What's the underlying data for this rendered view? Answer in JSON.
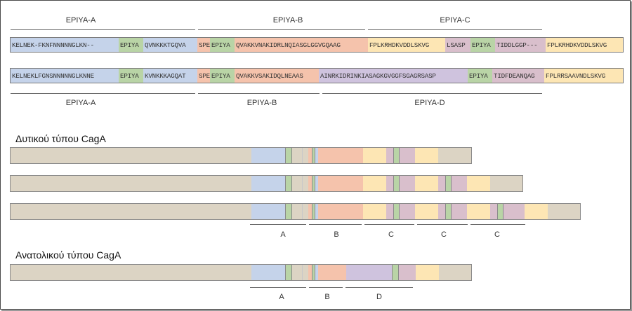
{
  "colors": {
    "tan": "#dcd4c4",
    "blue": "#c5d3ea",
    "green": "#b9d4a6",
    "salmon": "#f5c3ac",
    "yellow": "#fde6b4",
    "mauve": "#d9bfcc",
    "purple": "#cfc3de",
    "border": "#7a7a7a"
  },
  "top_labels": {
    "epiya_a": "EPIYA-A",
    "epiya_b": "EPIYA-B",
    "epiya_c": "EPIYA-C"
  },
  "bottom_labels": {
    "epiya_a": "EPIYA-A",
    "epiya_b": "EPIYA-B",
    "epiya_d": "EPIYA-D"
  },
  "sequence_western": [
    {
      "text": "KELNEK-FKNFNNNNNGLKN--",
      "color": "blue"
    },
    {
      "text": "EPIYA",
      "color": "green"
    },
    {
      "text": "QVNKKKTGQVA",
      "color": "blue"
    },
    {
      "text": "SPE",
      "color": "salmon"
    },
    {
      "text": "EPIYA",
      "color": "green"
    },
    {
      "text": "QVAKKVNAKIDRLNQIASGLGGVGQAAG",
      "color": "salmon"
    },
    {
      "text": "FPLKRHDKVDDLSKVG",
      "color": "yellow"
    },
    {
      "text": "LSASP",
      "color": "mauve"
    },
    {
      "text": "EPIYA",
      "color": "green"
    },
    {
      "text": "TIDDLGGP---",
      "color": "mauve"
    },
    {
      "text": "FPLKRHDKVDDLSKVG",
      "color": "yellow"
    }
  ],
  "sequence_eastern": [
    {
      "text": "KELNEKLFGNSNNNNNGLKNNE",
      "color": "blue"
    },
    {
      "text": "EPIYA",
      "color": "green"
    },
    {
      "text": "KVNKKKAGQAT",
      "color": "blue"
    },
    {
      "text": "SPE",
      "color": "salmon"
    },
    {
      "text": "EPIYA",
      "color": "green"
    },
    {
      "text": "QVAKKVSAKIDQLNEAAS",
      "color": "salmon"
    },
    {
      "text": "AINRKIDRINKIASAGKGVGGFSGAGRSASP",
      "color": "purple"
    },
    {
      "text": "EPIYA",
      "color": "green"
    },
    {
      "text": "TIDFDEANQAG",
      "color": "mauve"
    },
    {
      "text": "FPLRRSAAVNDLSKVG",
      "color": "yellow"
    }
  ],
  "western_heading": "Δυτικού τύπου CagA",
  "eastern_heading": "Ανατολικού τύπου CagA",
  "western_segment_labels": [
    "A",
    "B",
    "C",
    "C",
    "C"
  ],
  "eastern_segment_labels": [
    "A",
    "B",
    "D"
  ]
}
